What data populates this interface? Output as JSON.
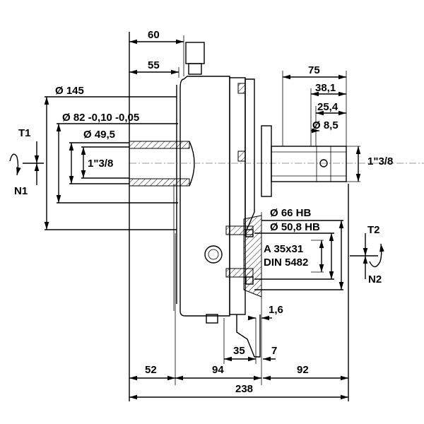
{
  "dimensions": {
    "d60": "60",
    "d55": "55",
    "dia145": "Ø 145",
    "dia82": "Ø 82 -0,10 -0,05",
    "dia49": "Ø 49,5",
    "shaft_in": "1\"3/8",
    "d75": "75",
    "d38": "38,1",
    "d25": "25,4",
    "dia8": "Ø 8,5",
    "shaft_out": "1\"3/8",
    "dia66": "Ø 66 HB",
    "dia50": "Ø 50,8 HB",
    "spline1": "A 35x31",
    "spline2": "DIN 5482",
    "d1_6": "1,6",
    "d35": "35",
    "d7": "7",
    "d52": "52",
    "d94": "94",
    "d92": "92",
    "d238": "238"
  },
  "rotation": {
    "t1": "T1",
    "n1": "N1",
    "t2": "T2",
    "n2": "N2"
  }
}
